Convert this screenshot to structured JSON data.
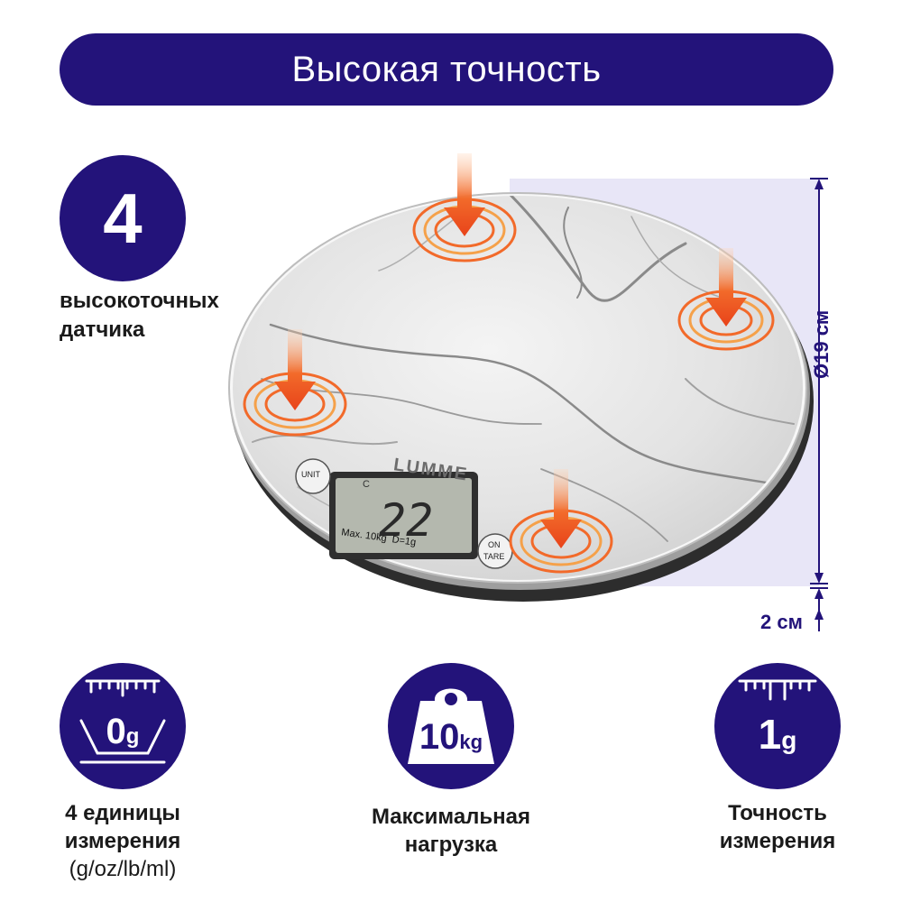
{
  "banner": {
    "title": "Высокая точность"
  },
  "sensors": {
    "count": "4",
    "line1": "высокоточных",
    "line2": "датчика"
  },
  "scale": {
    "brand": "LUMME",
    "display_value": "22",
    "display_unit": "C",
    "max_label": "Max. 10kg  D=1g",
    "unit_button": "UNIT",
    "on_button_top": "ON",
    "on_button_bottom": "TARE"
  },
  "dimensions": {
    "diameter": "Ø19 см",
    "thickness": "2 см"
  },
  "features": [
    {
      "icon_text": "0",
      "icon_unit": "g",
      "line1": "4 единицы",
      "line2": "измерения",
      "line3": "(g/oz/lb/ml)"
    },
    {
      "icon_text": "10",
      "icon_unit": "kg",
      "line1": "Максимальная",
      "line2": "нагрузка"
    },
    {
      "icon_text": "1",
      "icon_unit": "g",
      "line1": "Точность",
      "line2": "измерения"
    }
  ],
  "colors": {
    "brand_navy": "#23137a",
    "sensor_orange": "#f05a1e"
  }
}
